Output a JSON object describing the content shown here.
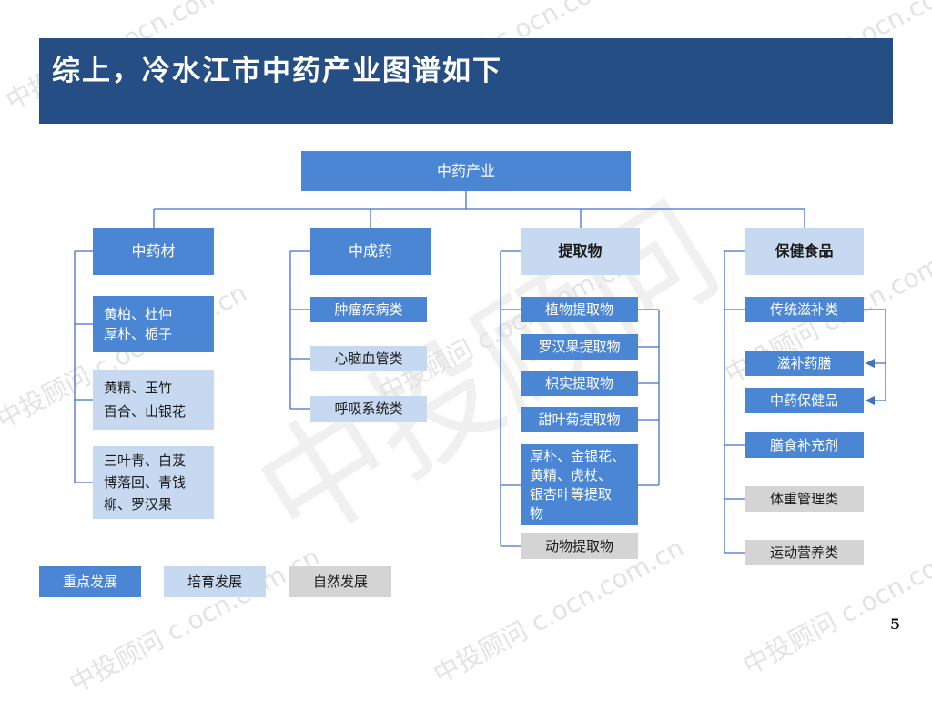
{
  "title": "综上，冷水江市中药产业图谱如下",
  "root": "中药产业",
  "categories": [
    {
      "label": "中药材",
      "items": [
        "黄柏、杜仲\n厚朴、栀子",
        "黄精、玉竹\n百合、山银花",
        "三叶青、白芨\n博落回、青钱\n柳、罗汉果"
      ]
    },
    {
      "label": "中成药",
      "items": [
        "肿瘤疾病类",
        "心脑血管类",
        "呼吸系统类"
      ]
    },
    {
      "label": "提取物",
      "items": [
        "植物提取物",
        "罗汉果提取物",
        "枳实提取物",
        "甜叶菊提取物",
        "厚朴、金银花、\n黄精、虎杖、\n银杏叶等提取\n物",
        "动物提取物"
      ]
    },
    {
      "label": "保健食品",
      "items": [
        "传统滋补类",
        "滋补药膳",
        "中药保健品",
        "膳食补充剂",
        "体重管理类",
        "运动营养类"
      ]
    }
  ],
  "legend": [
    "重点发展",
    "培育发展",
    "自然发展"
  ],
  "watermark_url": "c.ocn.com.cn",
  "watermark_cn": "中投顾问",
  "page_number": "5",
  "colors": {
    "banner": "#244E84",
    "key": "#4A86D4",
    "nurture": "#C7D9F1",
    "natural": "#D4D4D4",
    "line": "#4472C4"
  }
}
